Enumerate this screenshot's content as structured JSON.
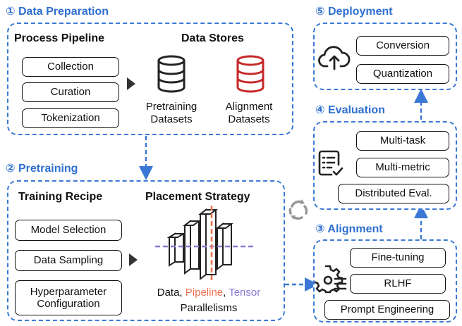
{
  "stages": {
    "data_prep": {
      "title": "① Data Preparation",
      "pipeline_heading": "Process Pipeline",
      "pipeline_steps": [
        "Collection",
        "Curation",
        "Tokenization"
      ],
      "stores_heading": "Data Stores",
      "pretraining_store": [
        "Pretraining",
        "Datasets"
      ],
      "alignment_store": [
        "Alignment",
        "Datasets"
      ]
    },
    "pretraining": {
      "title": "② Pretraining",
      "recipe_heading": "Training Recipe",
      "recipe_steps": [
        "Model Selection",
        "Data Sampling",
        "Hyperparameter",
        "Configuration"
      ],
      "placement_heading": "Placement Strategy",
      "parallel_data": "Data, ",
      "parallel_pipeline": "Pipeline",
      "parallel_sep": ", ",
      "parallel_tensor": "Tensor",
      "parallelisms": "Parallelisms"
    },
    "alignment": {
      "title": "③ Alignment",
      "steps": [
        "Fine-tuning",
        "RLHF",
        "Prompt Engineering"
      ]
    },
    "evaluation": {
      "title": "④ Evaluation",
      "steps": [
        "Multi-task",
        "Multi-metric",
        "Distributed Eval."
      ]
    },
    "deployment": {
      "title": "⑤ Deployment",
      "steps": [
        "Conversion",
        "Quantization"
      ]
    }
  },
  "colors": {
    "accent_blue": "#2f6fcf",
    "pipeline_orange": "#f07050",
    "tensor_purple": "#8a78d8",
    "store_red": "#c62828"
  },
  "icons": [
    "database-icon",
    "cloud-upload-icon",
    "checklist-icon",
    "gear-list-icon",
    "cycle-icon",
    "arrow-right-icon"
  ]
}
